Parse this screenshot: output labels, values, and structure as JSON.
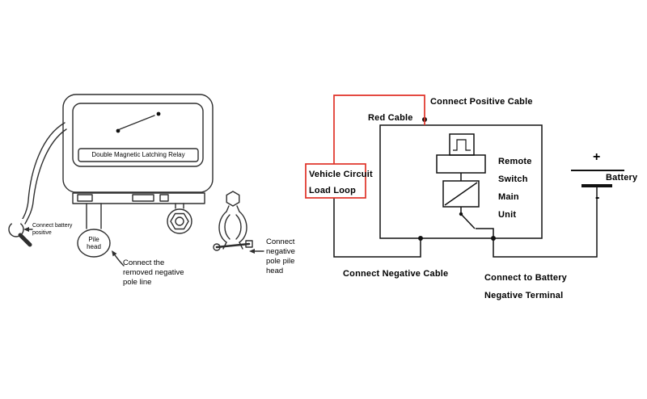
{
  "colors": {
    "wire_red": "#e03127",
    "ink": "#2e2e2e"
  },
  "left": {
    "relay_label": "Double Magnetic Latching Relay",
    "pile_head": {
      "line1": "Pile",
      "line2": "head"
    },
    "note_positive": {
      "line1": "Connect battery",
      "line2": "positive"
    },
    "note_negative": {
      "line1": "Connect the",
      "line2": "removed negative",
      "line3": "pole line"
    },
    "note_clamp": {
      "line1": "Connect",
      "line2": "negative",
      "line3": "pole pile",
      "line4": "head"
    }
  },
  "right": {
    "connect_positive_cable": "Connect Positive Cable",
    "red_cable": "Red Cable",
    "vehicle_circuit": {
      "line1": "Vehicle Circuit",
      "line2": "Load Loop"
    },
    "remote_switch": {
      "line1": "Remote",
      "line2": "Switch",
      "line3": "Main",
      "line4": "Unit"
    },
    "battery": {
      "plus": "+",
      "label": "Battery",
      "minus": "-"
    },
    "connect_negative_cable": "Connect Negative Cable",
    "connect_to_battery": {
      "line1": "Connect to Battery",
      "line2": "Negative Terminal"
    }
  }
}
